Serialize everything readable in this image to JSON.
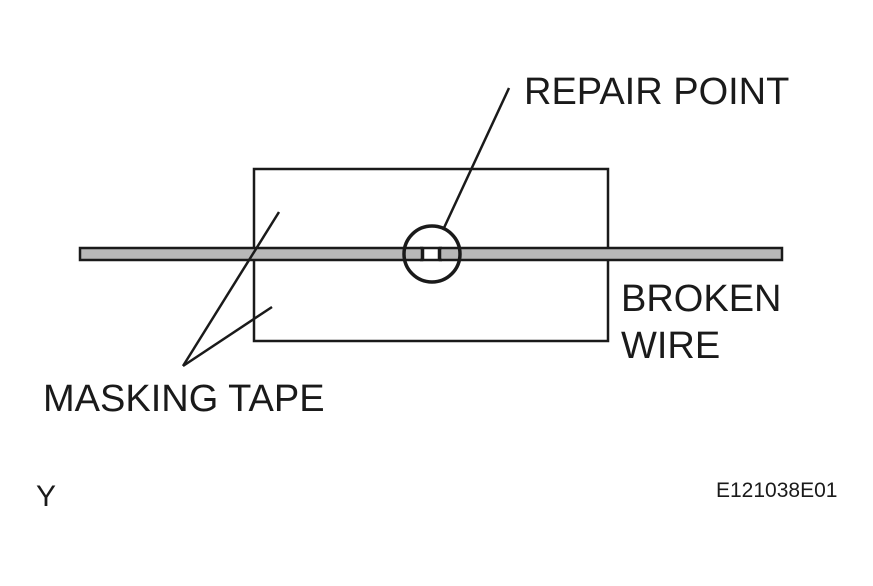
{
  "labels": {
    "repair_point": "REPAIR POINT",
    "broken_wire_line1": "BROKEN",
    "broken_wire_line2": "WIRE",
    "masking_tape": "MASKING TAPE",
    "corner_mark": "Y",
    "figure_code": "E121038E01"
  },
  "colors": {
    "line": "#1a1a1a",
    "wire_fill": "#b8b8b8",
    "background": "#ffffff"
  }
}
